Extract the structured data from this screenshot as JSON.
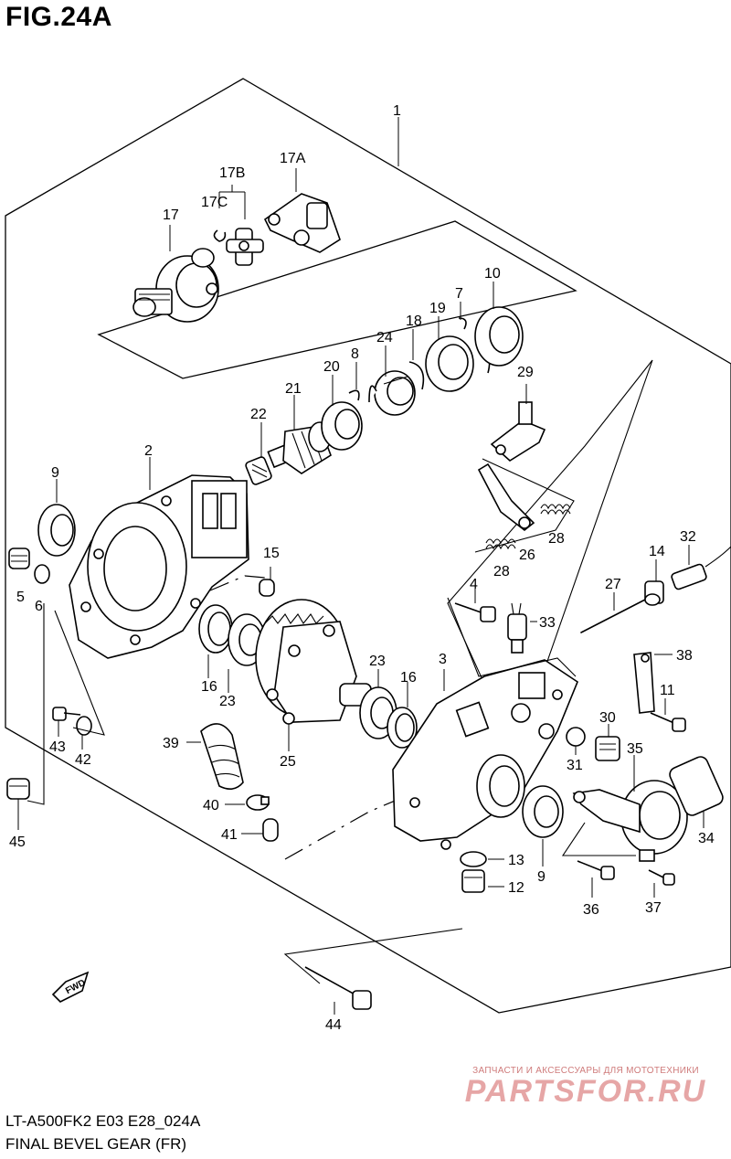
{
  "figure_title": "FIG.24A",
  "footer": {
    "model_code": "LT-A500FK2 E03 E28_024A",
    "caption": "FINAL BEVEL GEAR (FR)"
  },
  "watermark": {
    "tagline": "ЗАПЧАСТИ И АКСЕССУАРЫ ДЛЯ МОТОТЕХНИКИ",
    "logo": "PARTSFOR.RU"
  },
  "direction_marker": "FWD",
  "part_labels": {
    "p1": "1",
    "p2": "2",
    "p3": "3",
    "p4": "4",
    "p5": "5",
    "p6": "6",
    "p7": "7",
    "p8": "8",
    "p9": "9",
    "p9b": "9",
    "p10": "10",
    "p11": "11",
    "p12": "12",
    "p13": "13",
    "p14": "14",
    "p15": "15",
    "p16": "16",
    "p16b": "16",
    "p17": "17",
    "p17a": "17A",
    "p17b": "17B",
    "p17c": "17C",
    "p18": "18",
    "p19": "19",
    "p20": "20",
    "p21": "21",
    "p22": "22",
    "p23": "23",
    "p23b": "23",
    "p24": "24",
    "p25": "25",
    "p26": "26",
    "p27": "27",
    "p28": "28",
    "p28b": "28",
    "p29": "29",
    "p30": "30",
    "p31": "31",
    "p32": "32",
    "p33": "33",
    "p34": "34",
    "p35": "35",
    "p36": "36",
    "p37": "37",
    "p38": "38",
    "p39": "39",
    "p40": "40",
    "p41": "41",
    "p42": "42",
    "p43": "43",
    "p44": "44",
    "p45": "45"
  }
}
